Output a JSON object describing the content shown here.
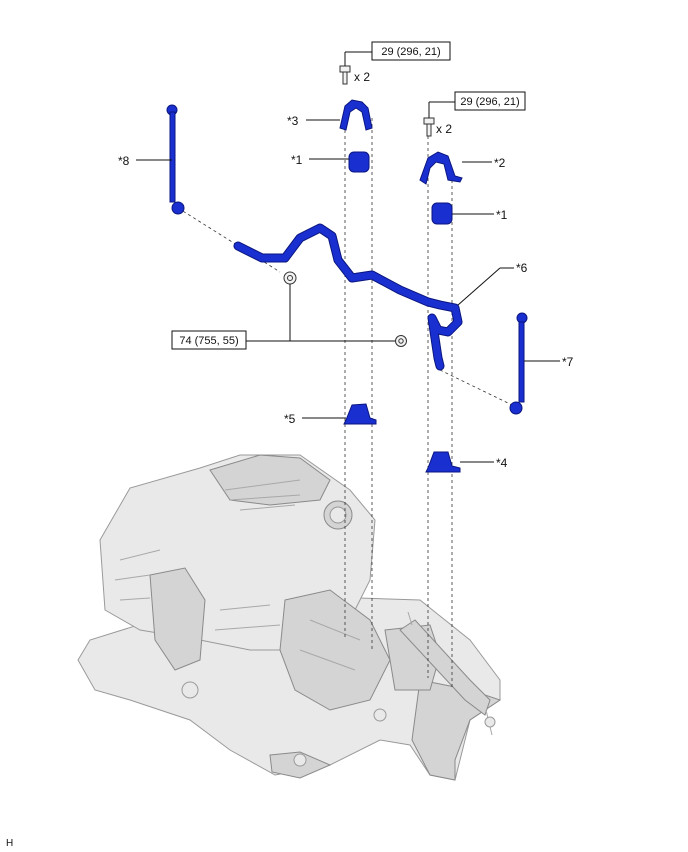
{
  "torque_labels": {
    "top_bolt": "29 (296, 21)",
    "right_bolt": "29 (296, 21)",
    "nut": "74 (755, 55)"
  },
  "quantity_labels": {
    "top_bolt": "x 2",
    "right_bolt": "x 2"
  },
  "callouts": {
    "stabilizer_link_left": "*8",
    "bracket_top_left": "*3",
    "bushing_left": "*1",
    "bracket_top_right": "*2",
    "bushing_right": "*1",
    "stabilizer_bar": "*6",
    "stabilizer_link_right": "*7",
    "bracket_lower_left": "*5",
    "bracket_lower_right": "*4"
  },
  "corner_code": "H",
  "colors": {
    "part_highlight": "#1a2fd0",
    "engine_gray": "#e9e9e9"
  }
}
